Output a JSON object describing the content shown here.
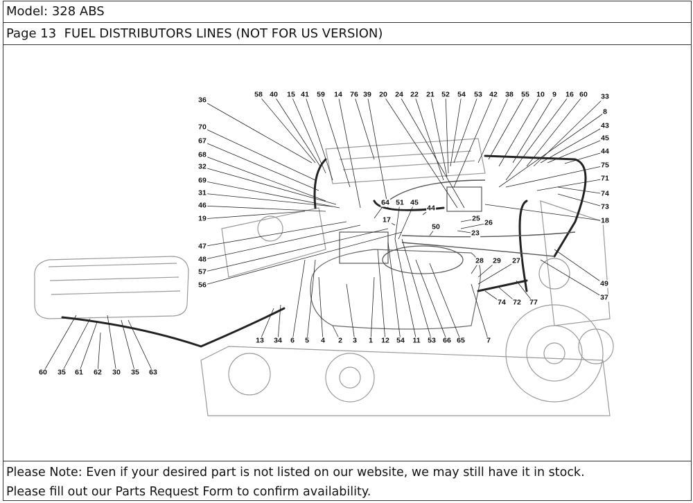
{
  "header": {
    "model": "Model: 328 ABS",
    "page_title": "Page 13  FUEL DISTRIBUTORS LINES (NOT FOR US VERSION)"
  },
  "diagram": {
    "callouts": [
      "58",
      "40",
      "15",
      "41",
      "59",
      "14",
      "76",
      "39",
      "20",
      "24",
      "22",
      "21",
      "52",
      "54",
      "53",
      "42",
      "38",
      "55",
      "10",
      "9",
      "16",
      "60",
      "33",
      "8",
      "43",
      "45",
      "44",
      "75",
      "71",
      "74",
      "73",
      "18",
      "36",
      "70",
      "67",
      "68",
      "32",
      "69",
      "31",
      "46",
      "19",
      "47",
      "48",
      "57",
      "56",
      "64",
      "51",
      "45",
      "44",
      "17",
      "25",
      "26",
      "50",
      "23",
      "28",
      "29",
      "27",
      "74",
      "72",
      "77",
      "49",
      "37",
      "13",
      "34",
      "6",
      "5",
      "4",
      "2",
      "3",
      "1",
      "12",
      "54",
      "11",
      "53",
      "66",
      "65",
      "7",
      "60",
      "35",
      "61",
      "62",
      "30",
      "35",
      "63"
    ]
  },
  "footer": {
    "line1": "Please Note: Even if your desired part is not listed on our website, we may still have it in stock.",
    "line2": "Please fill out our Parts Request Form to confirm availability."
  }
}
